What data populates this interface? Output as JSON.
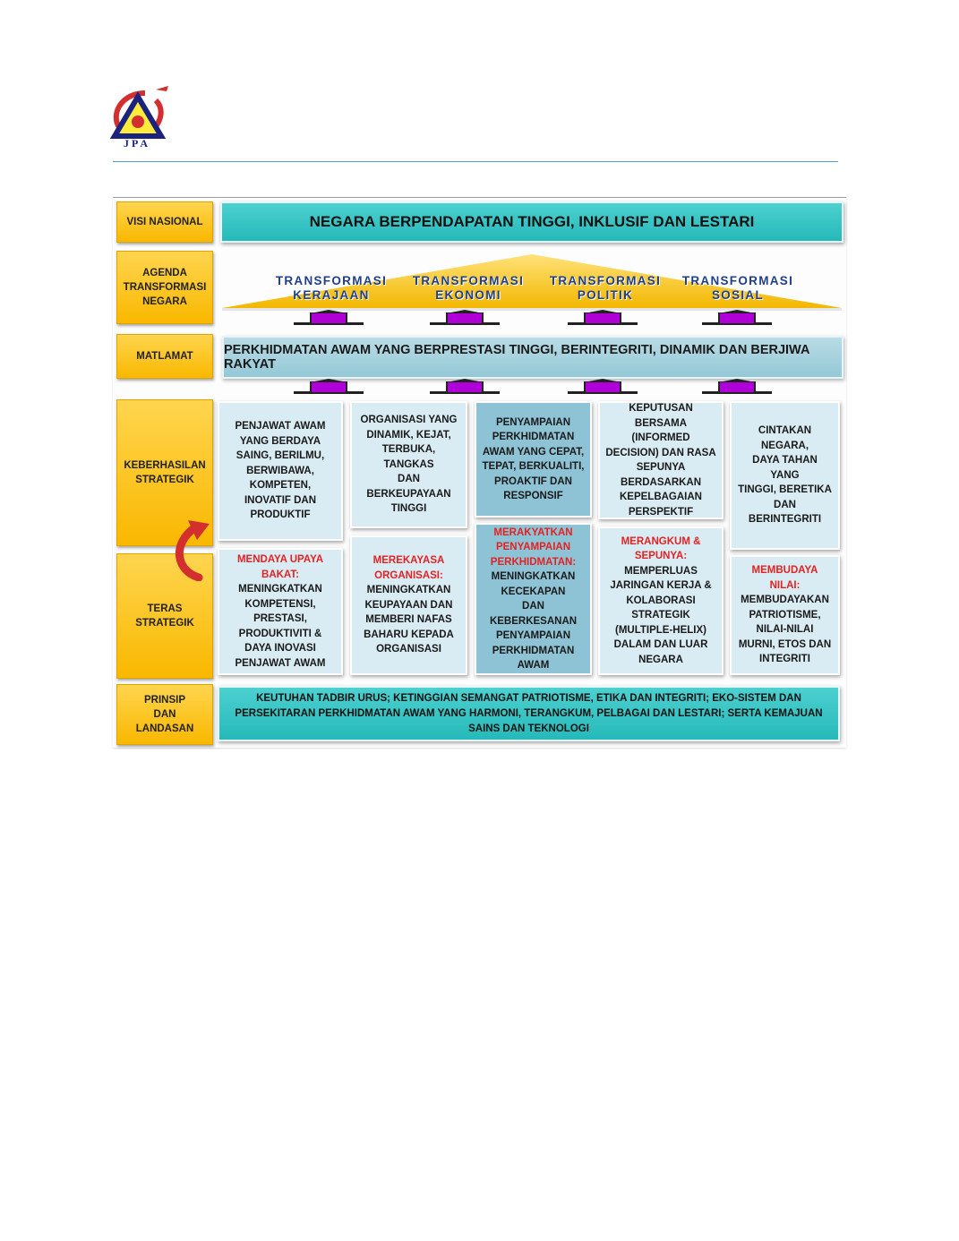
{
  "header": {
    "logo_text": "JPA"
  },
  "labels": {
    "visi": "VISI NASIONAL",
    "agenda": "AGENDA\nTRANSFORMASI\nNEGARA",
    "matlamat": "MATLAMAT",
    "keberhasilan": "KEBERHASILAN\nSTRATEGIK",
    "teras": "TERAS\nSTRATEGIK",
    "prinsip": "PRINSIP\nDAN\nLANDASAN"
  },
  "visi_text": "NEGARA BERPENDAPATAN TINGGI, INKLUSIF DAN LESTARI",
  "transformasi": [
    {
      "line1": "TRANSFORMASI",
      "line2": "KERAJAAN"
    },
    {
      "line1": "TRANSFORMASI",
      "line2": "EKONOMI"
    },
    {
      "line1": "TRANSFORMASI",
      "line2": "POLITIK"
    },
    {
      "line1": "TRANSFORMASI",
      "line2": "SOSIAL"
    }
  ],
  "matlamat_text": "PERKHIDMATAN AWAM YANG BERPRESTASI TINGGI, BERINTEGRITI, DINAMIK DAN BERJIWA RAKYAT",
  "keberhasilan": [
    "PENJAWAT AWAM\nYANG BERDAYA\nSAING, BERILMU,\nBERWIBAWA,\nKOMPETEN,\nINOVATIF DAN\nPRODUKTIF",
    "ORGANISASI YANG\nDINAMIK, KEJAT,\nTERBUKA, TANGKAS\nDAN\nBERKEUPAYAAN\nTINGGI",
    "PENYAMPAIAN\nPERKHIDMATAN\nAWAM YANG CEPAT,\nTEPAT, BERKUALITI,\nPROAKTIF DAN\nRESPONSIF",
    "KEPUTUSAN\nBERSAMA (INFORMED\nDECISION) DAN RASA\nSEPUNYA\nBERDASARKAN\nKEPELBAGAIAN\nPERSPEKTIF",
    "CINTAKAN\nNEGARA,\nDAYA TAHAN YANG\nTINGGI, BERETIKA\nDAN BERINTEGRITI"
  ],
  "teras": [
    {
      "title": "MENDAYA UPAYA\nBAKAT:",
      "body": "MENINGKATKAN\nKOMPETENSI,\nPRESTASI,\nPRODUKTIVITI &\nDAYA INOVASI\nPENJAWAT AWAM"
    },
    {
      "title": "MEREKAYASA\nORGANISASI:",
      "body": "MENINGKATKAN\nKEUPAYAAN DAN\nMEMBERI NAFAS\nBAHARU KEPADA\nORGANISASI"
    },
    {
      "title": "MERAKYATKAN\nPENYAMPAIAN\nPERKHIDMATAN:",
      "body": "MENINGKATKAN\nKECEKAPAN\nDAN KEBERKESANAN\nPENYAMPAIAN\nPERKHIDMATAN\nAWAM"
    },
    {
      "title": "MERANGKUM &\nSEPUNYA:",
      "body": "MEMPERLUAS\nJARINGAN KERJA &\nKOLABORASI STRATEGIK\n(MULTIPLE-HELIX)\nDALAM  DAN LUAR\nNEGARA"
    },
    {
      "title": "MEMBUDAYA\nNILAI:",
      "body": "MEMBUDAYAKAN\nPATRIOTISME,\nNILAI-NILAI\nMURNI, ETOS DAN\nINTEGRITI"
    }
  ],
  "prinsip_text": "KEUTUHAN TADBIR URUS; KETINGGIAN SEMANGAT PATRIOTISME, ETIKA DAN INTEGRITI; EKO-SISTEM  DAN PERSEKITARAN PERKHIDMATAN  AWAM YANG HARMONI, TERANGKUM, PELBAGAI DAN LESTARI; SERTA KEMAJUAN SAINS DAN TEKNOLOGI",
  "colors": {
    "label_gold": "#f9b800",
    "teal": "#26b9b9",
    "light_blue": "#d9ebf3",
    "dark_blue": "#8dc3d5",
    "red_title": "#e32222",
    "arrow_purple": "#b000d8"
  }
}
